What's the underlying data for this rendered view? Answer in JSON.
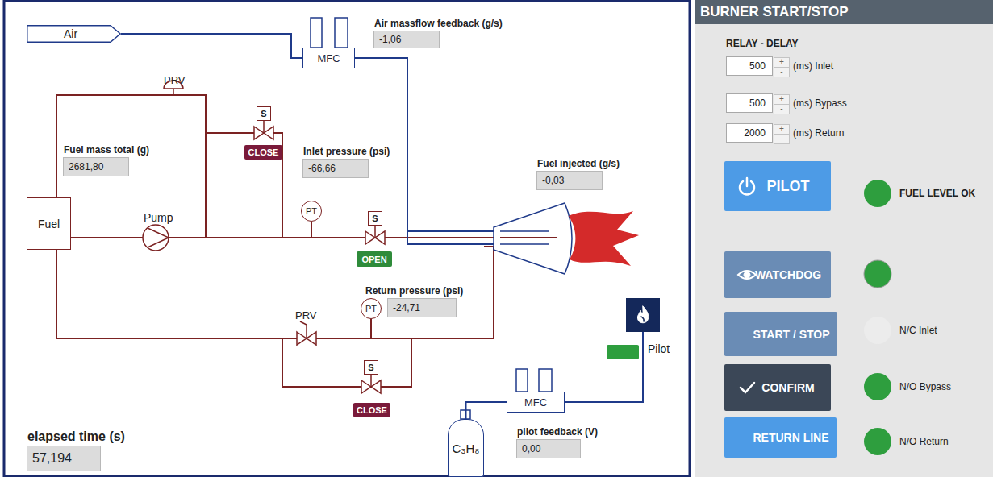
{
  "diagram": {
    "title": "BURNER START/STOP",
    "nodes": [
      {
        "text": [
          "Air"
        ]
      },
      {
        "text": [
          "MFC"
        ]
      },
      {
        "text": [
          "Air massflow feedback (g/s)",
          "-1,06"
        ]
      },
      {
        "text": [
          "Fuel mass total (g)",
          "2681,80"
        ]
      },
      {
        "text": [
          "S"
        ]
      },
      {
        "text": [
          "CLOSE"
        ]
      },
      {
        "text": [
          "Inlet pressure (psi)",
          "-66,66"
        ]
      },
      {
        "text": [
          "Fuel injected (g/s)",
          "-0,03"
        ]
      },
      {
        "text": [
          "Fuel"
        ]
      },
      {
        "text": [
          "PT"
        ]
      },
      {
        "text": [
          "S"
        ]
      },
      {
        "text": [
          "OPEN"
        ]
      },
      {
        "text": [
          "Return pressure (psi)",
          "-24,71"
        ]
      },
      {
        "text": [
          "PT"
        ]
      },
      {
        "text": [
          "Pilot"
        ]
      },
      {
        "text": [
          "S"
        ]
      },
      {
        "text": [
          "CLOSE"
        ]
      },
      {
        "text": [
          "MFC"
        ]
      },
      {
        "text": [
          "C₃H₈"
        ]
      },
      {
        "text": [
          "pilot feedback (V)",
          "0,00"
        ]
      },
      {
        "text": [
          "elapsed time (s)",
          "57,194"
        ]
      },
      {
        "text": [
          "500",
          "+",
          "-",
          "(ms) Inlet"
        ]
      },
      {
        "text": [
          "500",
          "+",
          "-",
          "(ms) Bypass"
        ]
      },
      {
        "text": [
          "2000",
          "+",
          "-",
          "(ms) Return"
        ]
      },
      {
        "text": [
          "PILOT"
        ]
      },
      {
        "text": [
          "FUEL LEVEL OK"
        ]
      },
      {
        "text": [
          "WATCHDOG"
        ]
      },
      {
        "text": [
          "START / STOP"
        ]
      },
      {
        "text": [
          "N/C Inlet"
        ]
      },
      {
        "text": [
          "CONFIRM"
        ]
      },
      {
        "text": [
          "N/O Bypass"
        ]
      },
      {
        "text": [
          "RETURN LINE"
        ]
      },
      {
        "text": [
          "N/O Return"
        ]
      }
    ],
    "edges": [
      {
        "from": 0,
        "to": 1,
        "arrow": "none"
      },
      {
        "from": 18,
        "to": 17,
        "arrow": "none"
      },
      {
        "from": 17,
        "to": 14,
        "arrow": "none"
      }
    ],
    "labels": [
      "PRV",
      "PRV",
      "Pump",
      "RELAY - DELAY"
    ]
  }
}
